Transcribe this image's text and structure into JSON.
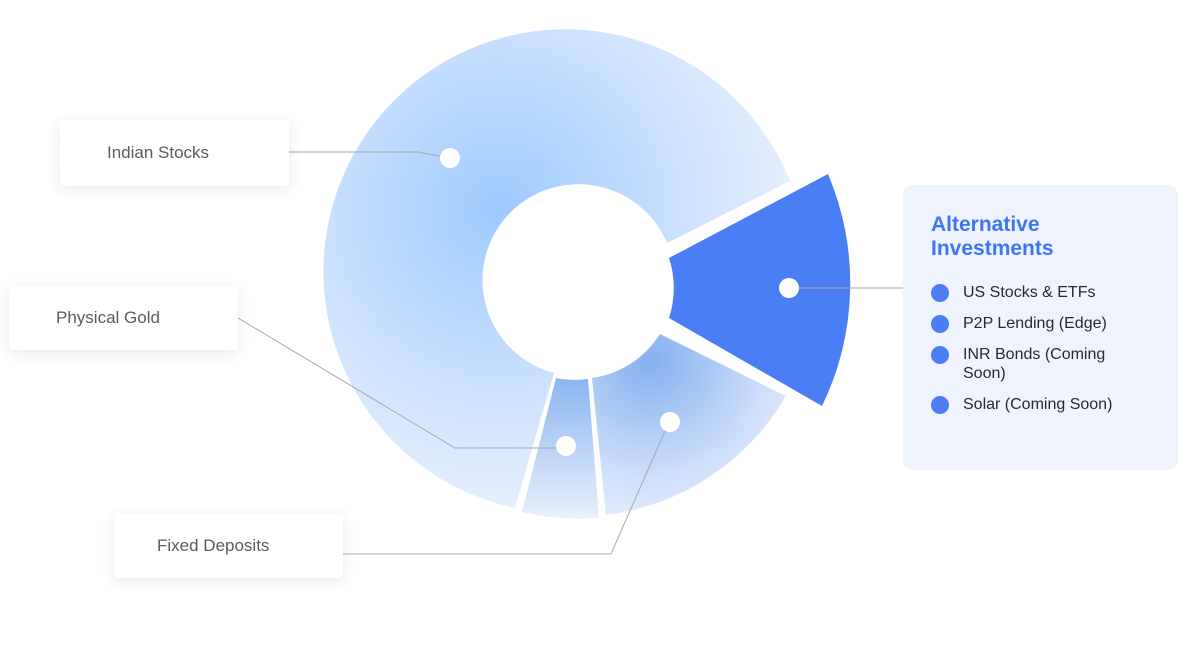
{
  "labels": {
    "indian_stocks": "Indian Stocks",
    "physical_gold": "Physical Gold",
    "fixed_deposits": "Fixed Deposits"
  },
  "alternative": {
    "title": "Alternative Investments",
    "items": [
      "US Stocks & ETFs",
      "P2P Lending (Edge)",
      "INR Bonds (Coming Soon)",
      "Solar (Coming Soon)"
    ]
  },
  "colors": {
    "accent": "#4a7ef5",
    "title": "#3f74f2",
    "panel": "#eef3fd",
    "segment_light": "#dbe9fd",
    "segment_mid": "#9ec8ff"
  }
}
